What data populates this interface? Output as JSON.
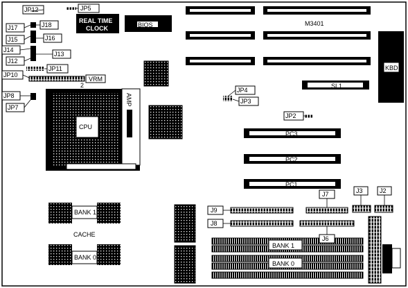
{
  "board_model": "M3401",
  "chips": {
    "rtc": [
      "REAL TIME",
      "CLOCK"
    ],
    "bios": "BIOS",
    "cpu": "CPU",
    "amp": "AMP",
    "vrm": "VRM",
    "vrm_pin": "2",
    "kbd": "KBD"
  },
  "slots": {
    "sl1": "SL1",
    "pc": [
      "PC3",
      "PC2",
      "PC1"
    ]
  },
  "memory": {
    "cache_label": "CACHE",
    "cache_banks": [
      "BANK 1",
      "BANK 0"
    ],
    "simm_banks": [
      "BANK 1",
      "BANK 0"
    ]
  },
  "jumpers": [
    "JP12",
    "JP5",
    "J17",
    "J18",
    "J15",
    "J16",
    "J14",
    "J13",
    "J12",
    "JP11",
    "JP10",
    "JP8",
    "JP7",
    "JP4",
    "JP3",
    "JP2"
  ],
  "connectors": [
    "J7",
    "J3",
    "J2",
    "J9",
    "J8",
    "J6"
  ]
}
